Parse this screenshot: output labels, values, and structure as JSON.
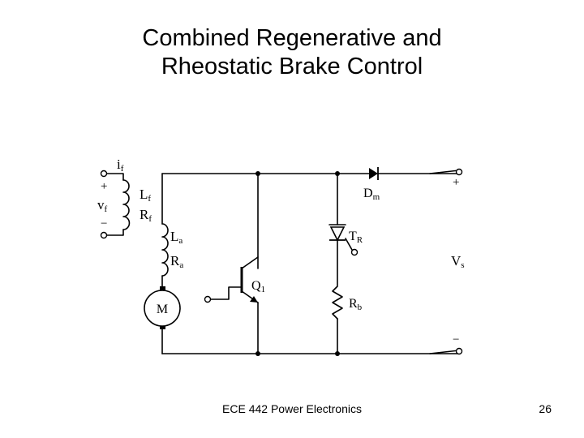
{
  "slide": {
    "title_line1": "Combined Regenerative and",
    "title_line2": "Rheostatic Brake Control",
    "footer_text": "ECE 442 Power Electronics",
    "page_number": "26"
  },
  "circuit": {
    "field_current": "i",
    "field_current_sub": "f",
    "field_voltage": "v",
    "field_voltage_sub": "f",
    "field_plus": "+",
    "field_minus": "−",
    "field_inductor": "L",
    "field_inductor_sub": "f",
    "field_resistor": "R",
    "field_resistor_sub": "f",
    "armature_inductor": "L",
    "armature_inductor_sub": "a",
    "armature_resistor": "R",
    "armature_resistor_sub": "a",
    "motor": "M",
    "transistor": "Q",
    "transistor_sub": "1",
    "thyristor": "T",
    "thyristor_sub": "R",
    "brake_resistor": "R",
    "brake_resistor_sub": "b",
    "diode": "D",
    "diode_sub": "m",
    "supply": "V",
    "supply_sub": "s",
    "supply_plus": "+",
    "supply_minus": "−"
  }
}
